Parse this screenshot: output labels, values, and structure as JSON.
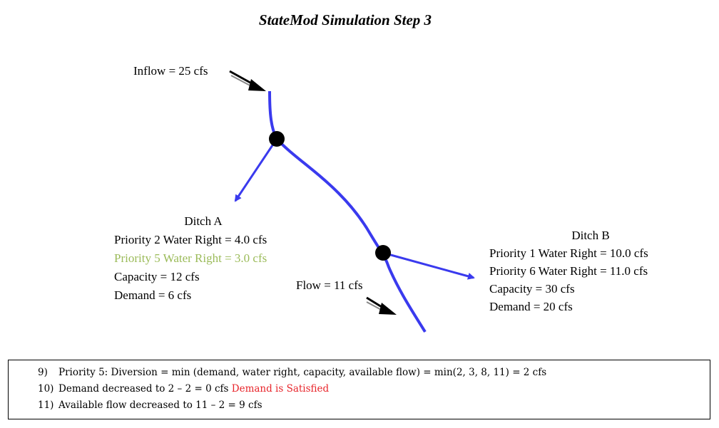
{
  "title": "StateMod Simulation Step 3",
  "inflow_label": "Inflow = 25 cfs",
  "flow_label": "Flow = 11 cfs",
  "ditch_a": {
    "name": "Ditch A",
    "lines": [
      {
        "text": "Priority 2 Water Right = 4.0 cfs",
        "highlight": false
      },
      {
        "text": "Priority 5 Water Right = 3.0 cfs",
        "highlight": true
      },
      {
        "text": "Capacity = 12 cfs",
        "highlight": false
      },
      {
        "text": "Demand = 6 cfs",
        "highlight": false
      }
    ]
  },
  "ditch_b": {
    "name": "Ditch B",
    "lines": [
      {
        "text": "Priority 1 Water Right = 10.0 cfs"
      },
      {
        "text": "Priority 6 Water Right = 11.0 cfs"
      },
      {
        "text": "Capacity = 30 cfs"
      },
      {
        "text": "Demand = 20 cfs"
      }
    ]
  },
  "notes": [
    {
      "number": "9)",
      "text": "Priority 5: Diversion = min (demand, water right, capacity, available flow) = min(2, 3, 8, 11) = 2 cfs",
      "status": ""
    },
    {
      "number": "10)",
      "text": "Demand decreased to 2 – 2 = 0 cfs",
      "status": "Demand is Satisfied"
    },
    {
      "number": "11)",
      "text": "Available flow decreased to 11 – 2 = 9 cfs",
      "status": ""
    }
  ],
  "colors": {
    "river": "#3a3aee",
    "highlight": "#9bbb59",
    "status": "#e8242a",
    "node": "#000000"
  }
}
